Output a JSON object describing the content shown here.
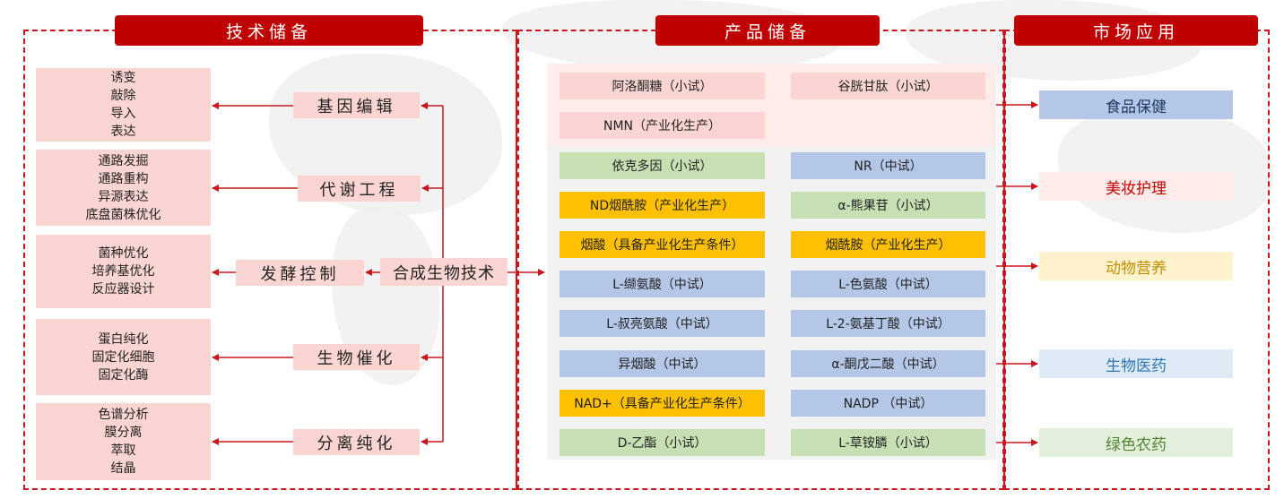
{
  "headers": {
    "tech": "技术储备",
    "product": "产品储备",
    "market": "市场应用"
  },
  "center_tech": "合成生物技术",
  "tech_items": [
    {
      "label": "基因编辑",
      "details": [
        "诱变",
        "敲除",
        "导入",
        "表达"
      ]
    },
    {
      "label": "代谢工程",
      "details": [
        "通路发掘",
        "通路重构",
        "异源表达",
        "底盘菌株优化"
      ]
    },
    {
      "label": "发酵控制",
      "details": [
        "菌种优化",
        "培养基优化",
        "反应器设计"
      ]
    },
    {
      "label": "生物催化",
      "details": [
        "蛋白纯化",
        "固定化细胞",
        "固定化酶"
      ]
    },
    {
      "label": "分离纯化",
      "details": [
        "色谱分析",
        "膜分离",
        "萃取",
        "结晶"
      ]
    }
  ],
  "products": [
    {
      "name": "阿洛酮糖（小试）"
    },
    {
      "name": "谷胱甘肽（小试）"
    },
    {
      "name": "NMN（产业化生产）"
    },
    {
      "name": "依克多因（小试）"
    },
    {
      "name": "NR（中试）"
    },
    {
      "name": "ND烟酰胺（产业化生产）"
    },
    {
      "name": "α-熊果苷（小试）"
    },
    {
      "name": "烟酸（具备产业化生产条件）"
    },
    {
      "name": "烟酰胺（产业化生产）"
    },
    {
      "name": "L-缬氨酸（中试）"
    },
    {
      "name": "L-色氨酸（中试）"
    },
    {
      "name": "L-叔亮氨酸（中试）"
    },
    {
      "name": "L-2-氨基丁酸（中试）"
    },
    {
      "name": "异烟酸（中试）"
    },
    {
      "name": "α-酮戊二酸（中试）"
    },
    {
      "name": "NAD+（具备产业化生产条件）"
    },
    {
      "name": "NADP （中试）"
    },
    {
      "name": "D-乙酯（小试）"
    },
    {
      "name": "L-草铵膦（小试）"
    }
  ],
  "markets": [
    {
      "name": "食品保健"
    },
    {
      "name": "美妆护理"
    },
    {
      "name": "动物营养"
    },
    {
      "name": "生物医药"
    },
    {
      "name": "绿色农药"
    }
  ],
  "colors": {
    "accent": "#c00000",
    "dash": "#c8161d",
    "pink": "#fbd5d2",
    "green": "#c6e0b4",
    "blue": "#b4c7e7",
    "orange": "#ffc000",
    "market_food": "#b4c7e7",
    "market_beauty": "#fdeae9",
    "market_animal": "#fff2cc",
    "market_pharma": "#deebf7",
    "market_agri": "#e2efda"
  }
}
